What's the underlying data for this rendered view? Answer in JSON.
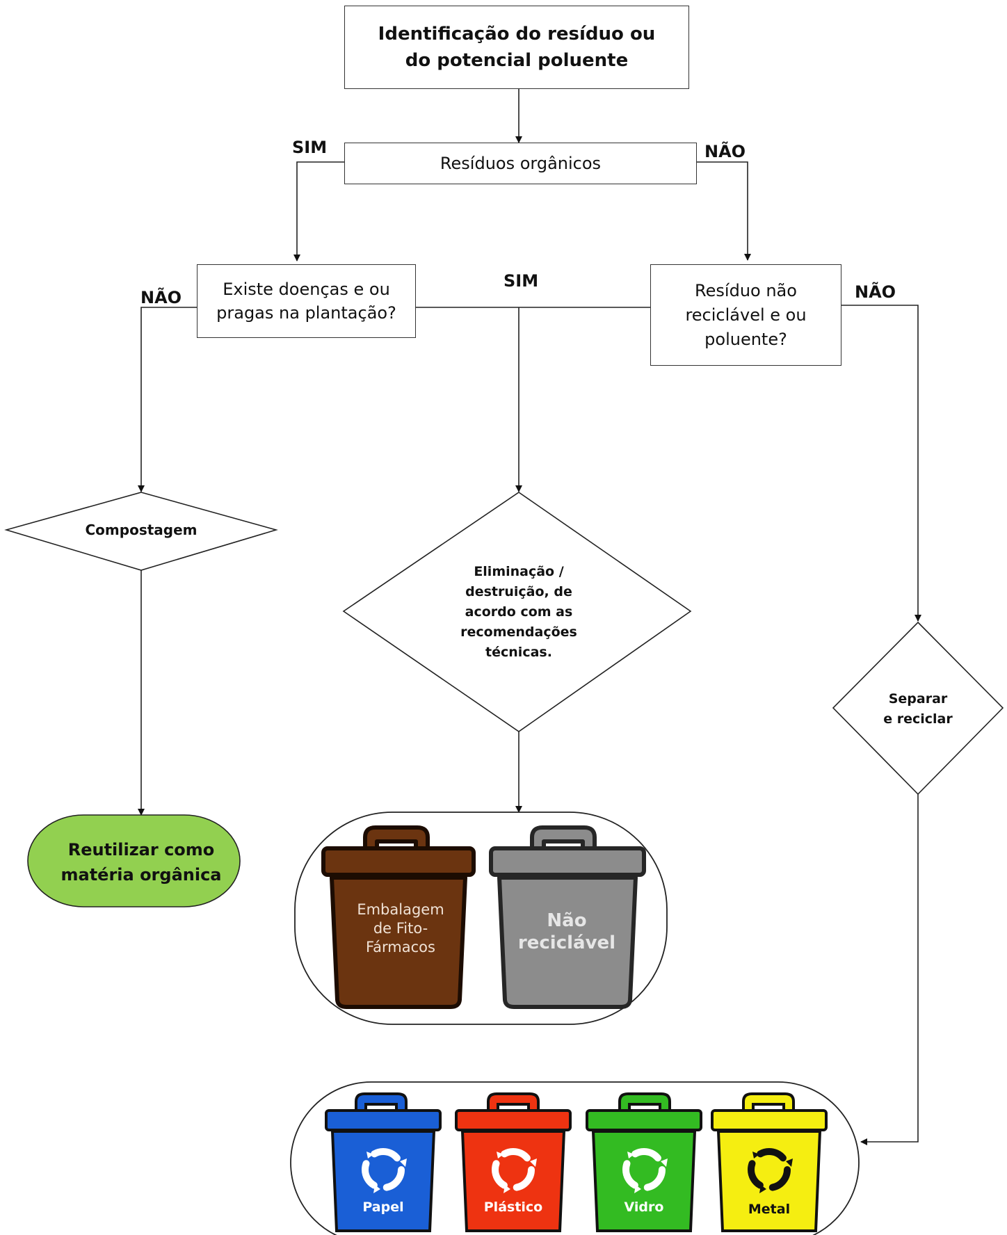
{
  "nodes": {
    "start": "Identificação do resíduo ou do potencial poluente",
    "organic": "Resíduos orgânicos",
    "diseases": "Existe doenças e ou pragas na plantação?",
    "non_recyclable": "Resíduo não reciclável e ou poluente?",
    "compost": "Compostagem",
    "eliminate": "Eliminação / destruição, de acordo com as recomendações técnicas.",
    "separate": "Separar e reciclar",
    "reuse": "Reutilizar como matéria orgânica"
  },
  "edges": {
    "organic_yes": "SIM",
    "organic_no": "NÃO",
    "diseases_no": "NÃO",
    "middle_yes": "SIM",
    "nonrec_no": "NÃO"
  },
  "bins_hazard": [
    {
      "label": "Embalagem de Fito-Fármacos",
      "color": "#6b3410"
    },
    {
      "label": "Não reciclável",
      "color": "#8c8c8c"
    }
  ],
  "bins_recycle": [
    {
      "label": "Papel",
      "color": "#1a5fd6",
      "icon": "recycle-icon"
    },
    {
      "label": "Plástico",
      "color": "#ee3311",
      "icon": "recycle-icon"
    },
    {
      "label": "Vidro",
      "color": "#33bb22",
      "icon": "recycle-icon"
    },
    {
      "label": "Metal",
      "color": "#f5ee11",
      "icon": "recycle-icon"
    }
  ],
  "colors": {
    "reuse_fill": "#92d050",
    "line": "#333333"
  }
}
